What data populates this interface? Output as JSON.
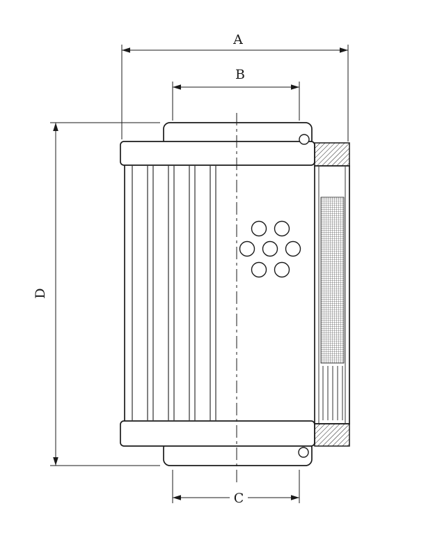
{
  "drawing": {
    "labels": {
      "a": "A",
      "b": "B",
      "c": "C",
      "d": "D"
    },
    "line_color": "#1a1a1a",
    "background": "#ffffff"
  }
}
